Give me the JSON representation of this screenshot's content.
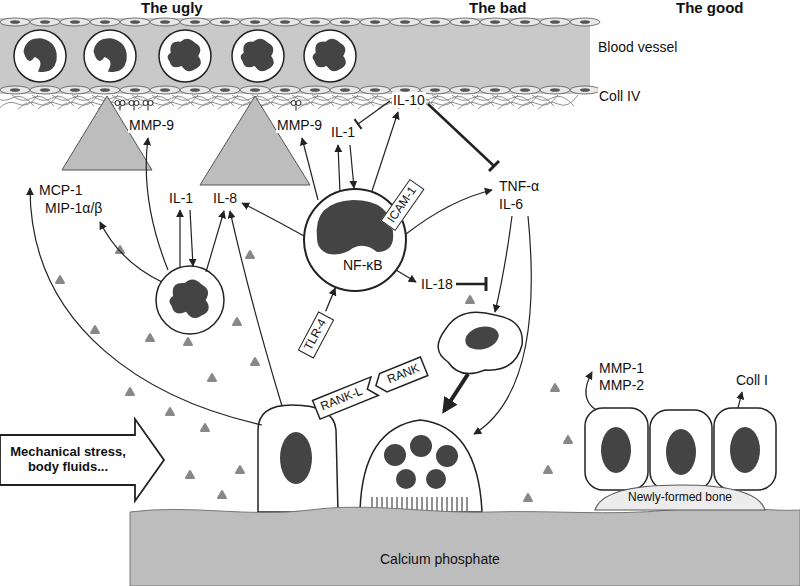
{
  "diagram": {
    "nodes": [
      {
        "text": [
          "Blood vessel"
        ]
      },
      {
        "text": [
          "NF-κB"
        ]
      },
      {
        "text": [
          "ICAM-1"
        ]
      },
      {
        "text": [
          "TLR-4"
        ]
      },
      {
        "text": [
          "RANK-L"
        ]
      },
      {
        "text": [
          "RANK"
        ]
      },
      {
        "text": [
          "Mechanical stress, body fluids..."
        ]
      },
      {
        "text": [
          "Calcium phosphate"
        ]
      },
      {
        "text": [
          "Newly-formed bone"
        ]
      }
    ],
    "edges": [
      {
        "from": 3,
        "to": 1,
        "arrow": "to"
      }
    ],
    "labels": [
      "The ugly",
      "The bad",
      "The good",
      "Coll IV",
      "MMP-9",
      "MMP-9",
      "IL-10",
      "IL-1",
      "MCP-1",
      "MIP-1α/β",
      "IL-1",
      "IL-8",
      "TNF-α",
      "IL-6",
      "IL-18",
      "MMP-1",
      "MMP-2",
      "Coll I"
    ]
  }
}
